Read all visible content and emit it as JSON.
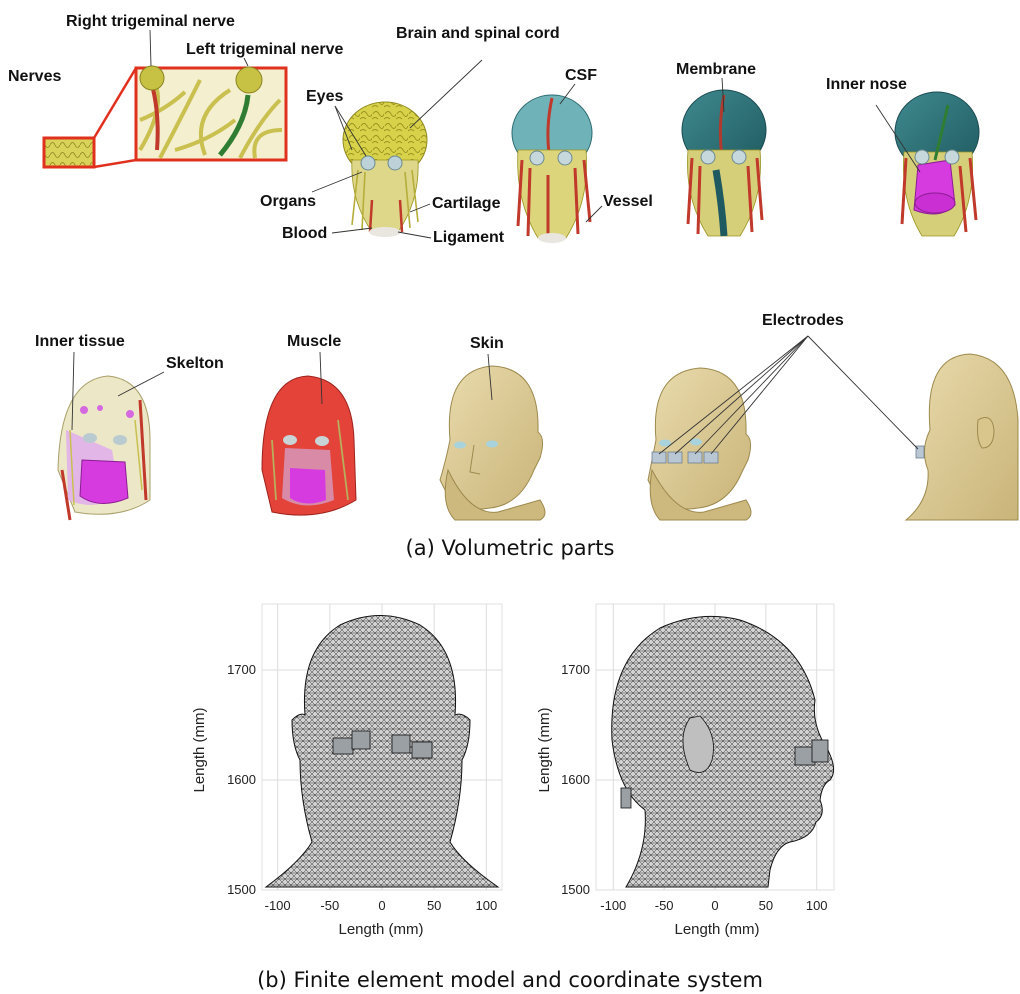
{
  "panel_a": {
    "caption": "(a) Volumetric parts",
    "labels": {
      "nerves": "Nerves",
      "right_trigeminal": "Right trigeminal nerve",
      "left_trigeminal": "Left trigeminal nerve",
      "brain_spinal": "Brain and spinal cord",
      "eyes": "Eyes",
      "organs": "Organs",
      "blood": "Blood",
      "cartilage": "Cartilage",
      "ligament": "Ligament",
      "csf": "CSF",
      "vessel": "Vessel",
      "membrane": "Membrane",
      "inner_nose": "Inner nose",
      "inner_tissue": "Inner tissue",
      "skelton": "Skelton",
      "muscle": "Muscle",
      "skin": "Skin",
      "electrodes": "Electrodes"
    }
  },
  "panel_b": {
    "caption": "(b) Finite element model and coordinate system",
    "colors": {
      "mesh": "#cfcfcf",
      "mesh_line": "#1a1a1a",
      "grid": "#dddddd"
    },
    "chart_data": [
      {
        "type": "mesh-plot",
        "view": "front",
        "xlabel": "Length (mm)",
        "ylabel": "Length (mm)",
        "xticks": [
          -100,
          -50,
          0,
          50,
          100
        ],
        "yticks": [
          1500,
          1600,
          1700
        ],
        "xlim": [
          -115,
          115
        ],
        "ylim": [
          1500,
          1760
        ],
        "grid": true
      },
      {
        "type": "mesh-plot",
        "view": "side",
        "xlabel": "Length (mm)",
        "ylabel": "Length (mm)",
        "xticks": [
          -100,
          -50,
          0,
          50,
          100
        ],
        "yticks": [
          1500,
          1600,
          1700
        ],
        "xlim": [
          -117,
          117
        ],
        "ylim": [
          1500,
          1760
        ],
        "grid": true
      }
    ]
  }
}
